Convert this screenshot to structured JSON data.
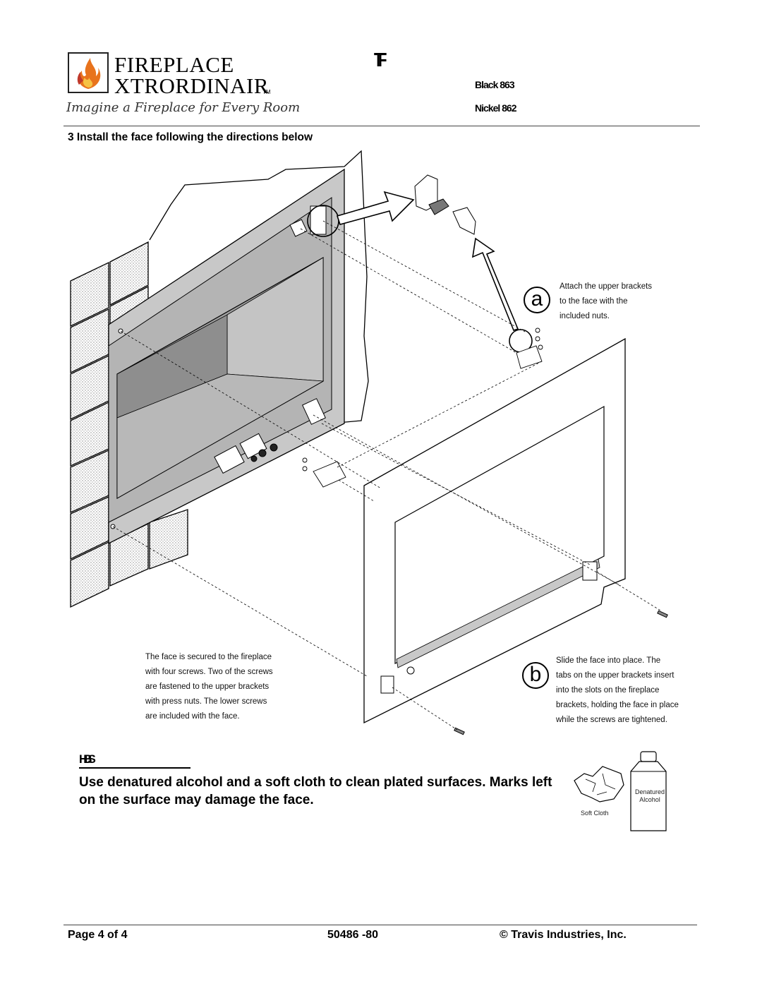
{
  "header": {
    "brand_line1": "FIREPLACE",
    "brand_line2": "XTRORDINAIR",
    "trademark": "TM",
    "tagline": "Imagine a Fireplace for Every Room",
    "title_glyphs": "TF",
    "models": [
      {
        "label": "Black 863"
      },
      {
        "label": "Nickel 862"
      }
    ]
  },
  "step": {
    "text": "3  Install the face following the directions below"
  },
  "callouts": {
    "a_letter": "a",
    "a_text": [
      "Attach the upper brackets",
      "to the face with the",
      "included nuts."
    ],
    "b_letter": "b",
    "b_text": [
      "Slide the face into place.  The",
      "tabs on the upper brackets insert",
      "into the slots on the fireplace",
      "brackets, holding the face in place",
      "while the screws are tightened."
    ],
    "screws_text": [
      "The face is secured to the fireplace",
      "with four screws.  Two of the screws",
      "are fastened to the upper brackets",
      "with press nuts.  The lower screws",
      "are included with the face."
    ]
  },
  "cleaning": {
    "heading": "HBS",
    "text": "Use denatured alcohol and a soft cloth to clean plated surfaces. Marks left on the surface may damage the face.",
    "cloth_label": "Soft Cloth",
    "bottle_label_1": "Denatured",
    "bottle_label_2": "Alcohol"
  },
  "footer": {
    "page": "Page 4 of 4",
    "doc_number": "50486 -80",
    "copyright": "© Travis Industries, Inc."
  },
  "colors": {
    "flame_orange": "#e8731c",
    "flame_red": "#c0392b",
    "panel_gray": "#b8b8b8",
    "firebox_gray": "#8d8d8d"
  }
}
